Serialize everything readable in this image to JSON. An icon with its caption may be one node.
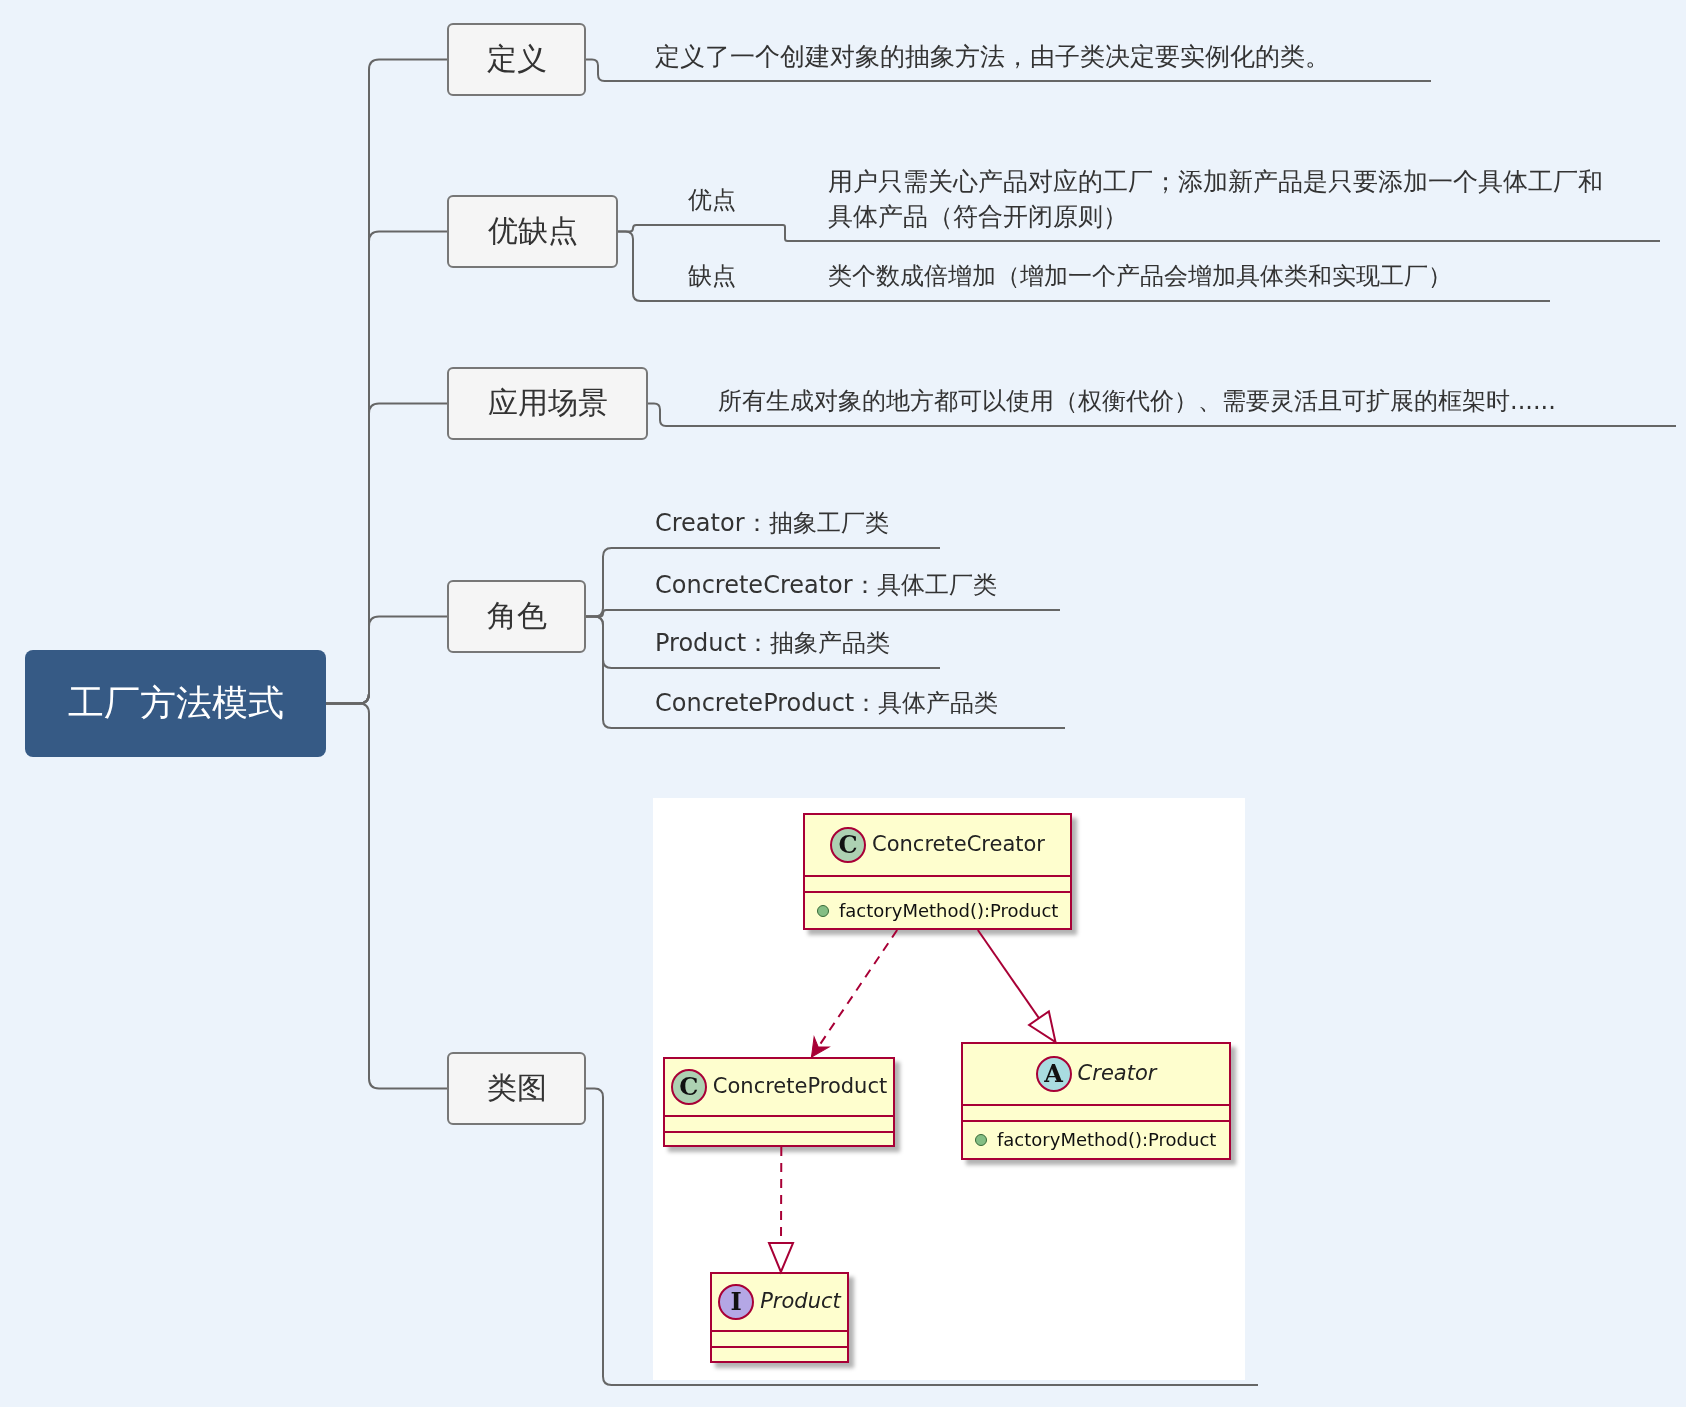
{
  "diagram": {
    "nodes": [
      {
        "text": [
          "工厂方法模式"
        ]
      },
      {
        "text": [
          "定义"
        ]
      },
      {
        "text": [
          "定义了一个创建对象的抽象方法，由子类决定要实例化的类。"
        ]
      },
      {
        "text": [
          "优缺点"
        ]
      },
      {
        "text": [
          "优点"
        ]
      },
      {
        "text": [
          "用户只需关心产品对应的工厂；添加新产品是只要添加一个具体工厂和具体产品（符合开闭原则）"
        ]
      },
      {
        "text": [
          "缺点"
        ]
      },
      {
        "text": [
          "类个数成倍增加（增加一个产品会增加具体类和实现工厂）"
        ]
      },
      {
        "text": [
          "应用场景"
        ]
      },
      {
        "text": [
          "所有生成对象的地方都可以使用（权衡代价）、需要灵活且可扩展的框架时......"
        ]
      },
      {
        "text": [
          "角色"
        ]
      },
      {
        "text": [
          "Creator：抽象工厂类"
        ]
      },
      {
        "text": [
          "ConcreteCreator：具体工厂类"
        ]
      },
      {
        "text": [
          "Product：抽象产品类"
        ]
      },
      {
        "text": [
          "ConcreteProduct：具体产品类"
        ]
      },
      {
        "text": [
          "类图"
        ]
      },
      {
        "text": [],
        "shape": "box"
      },
      {
        "text": [
          "ConcreteCreator",
          "factoryMethod():Product"
        ],
        "in": 16
      },
      {
        "text": [
          "ConcreteProduct"
        ],
        "in": 16
      },
      {
        "text": [
          "Creator",
          "factoryMethod():Product"
        ],
        "in": 16
      },
      {
        "text": [
          "Product"
        ],
        "in": 16
      }
    ],
    "edges": [
      {
        "from": 0,
        "to": 1,
        "arrow": "none"
      },
      {
        "from": 0,
        "to": 3,
        "arrow": "none"
      },
      {
        "from": 0,
        "to": 8,
        "arrow": "none"
      },
      {
        "from": 0,
        "to": 10,
        "arrow": "none"
      },
      {
        "from": 0,
        "to": 15,
        "arrow": "none"
      },
      {
        "from": 1,
        "to": 2,
        "arrow": "none"
      },
      {
        "from": 3,
        "to": 4,
        "arrow": "none"
      },
      {
        "from": 3,
        "to": 6,
        "arrow": "none"
      },
      {
        "from": 4,
        "to": 5,
        "arrow": "none"
      },
      {
        "from": 6,
        "to": 7,
        "arrow": "none"
      },
      {
        "from": 8,
        "to": 9,
        "arrow": "none"
      },
      {
        "from": 10,
        "to": 11,
        "arrow": "none"
      },
      {
        "from": 10,
        "to": 12,
        "arrow": "none"
      },
      {
        "from": 10,
        "to": 13,
        "arrow": "none"
      },
      {
        "from": 10,
        "to": 14,
        "arrow": "none"
      },
      {
        "from": 15,
        "to": 16,
        "arrow": "none"
      },
      {
        "from": 17,
        "to": 18,
        "arrow": "to",
        "style": "dashed",
        "color": "#a80036"
      },
      {
        "from": 17,
        "to": 19,
        "arrow": "to",
        "color": "#a80036"
      },
      {
        "from": 18,
        "to": 20,
        "arrow": "to",
        "style": "dashed",
        "color": "#a80036"
      }
    ],
    "labels": [
      "C",
      "C",
      "A",
      "I"
    ]
  }
}
